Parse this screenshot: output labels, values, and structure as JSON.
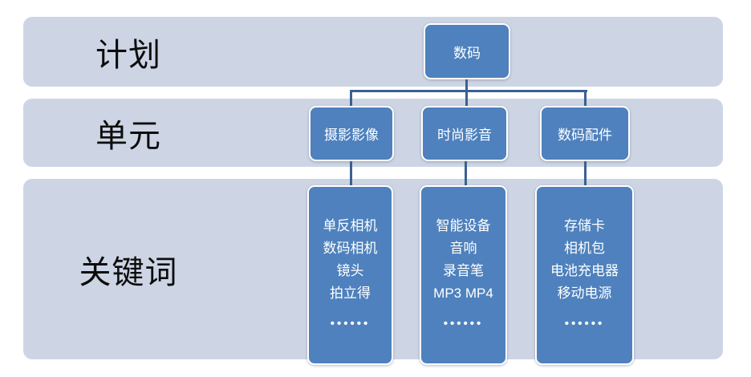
{
  "diagram": {
    "rows": [
      {
        "label": "计划"
      },
      {
        "label": "单元"
      },
      {
        "label": "关键词"
      }
    ],
    "root": {
      "label": "数码"
    },
    "units": [
      {
        "label": "摄影影像"
      },
      {
        "label": "时尚影音"
      },
      {
        "label": "数码配件"
      }
    ],
    "keywords": [
      {
        "lines": [
          "单反相机",
          "数码相机",
          "镜头",
          "拍立得"
        ],
        "more": "••••••"
      },
      {
        "lines": [
          "智能设备",
          "音响",
          "录音笔",
          "MP3 MP4"
        ],
        "more": "••••••"
      },
      {
        "lines": [
          "存储卡",
          "相机包",
          "电池充电器",
          "移动电源"
        ],
        "more": "••••••"
      }
    ],
    "colors": {
      "band_fill": "#cdd5e5",
      "node_fill": "#4e81bd",
      "node_border": "#ffffff",
      "connector": "#3a6191",
      "node_text": "#ffffff",
      "row_label_text": "#0d0d0d",
      "background": "#ffffff"
    }
  }
}
